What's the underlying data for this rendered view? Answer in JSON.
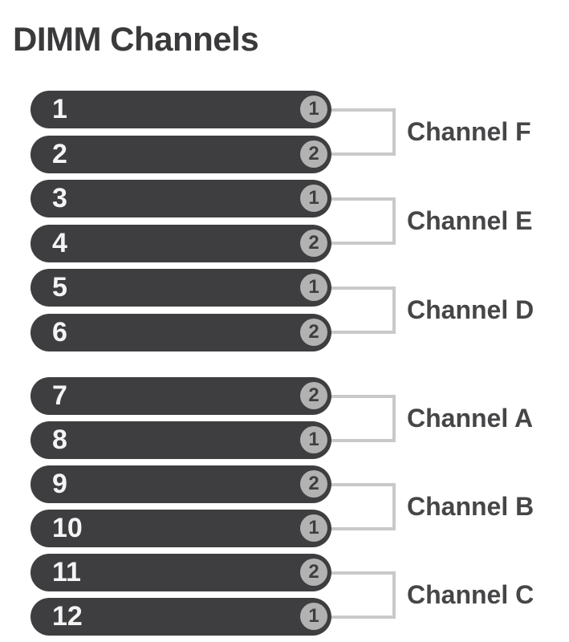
{
  "title": "DIMM Channels",
  "colors": {
    "background": "#ffffff",
    "title_text": "#3a3a3c",
    "bar_fill": "#3e3e40",
    "bar_text": "#f4f4f4",
    "badge_fill": "#b2b2b2",
    "badge_text": "#3e3e40",
    "bracket_line": "#c9c9ca",
    "channel_label_text": "#464648"
  },
  "groups": [
    {
      "channel": "Channel F",
      "slots": [
        {
          "slot": "1",
          "dimm": "1"
        },
        {
          "slot": "2",
          "dimm": "2"
        }
      ]
    },
    {
      "channel": "Channel E",
      "slots": [
        {
          "slot": "3",
          "dimm": "1"
        },
        {
          "slot": "4",
          "dimm": "2"
        }
      ]
    },
    {
      "channel": "Channel D",
      "slots": [
        {
          "slot": "5",
          "dimm": "1"
        },
        {
          "slot": "6",
          "dimm": "2"
        }
      ]
    },
    {
      "channel": "Channel A",
      "slots": [
        {
          "slot": "7",
          "dimm": "2"
        },
        {
          "slot": "8",
          "dimm": "1"
        }
      ]
    },
    {
      "channel": "Channel B",
      "slots": [
        {
          "slot": "9",
          "dimm": "2"
        },
        {
          "slot": "10",
          "dimm": "1"
        }
      ]
    },
    {
      "channel": "Channel C",
      "slots": [
        {
          "slot": "11",
          "dimm": "2"
        },
        {
          "slot": "12",
          "dimm": "1"
        }
      ]
    }
  ]
}
